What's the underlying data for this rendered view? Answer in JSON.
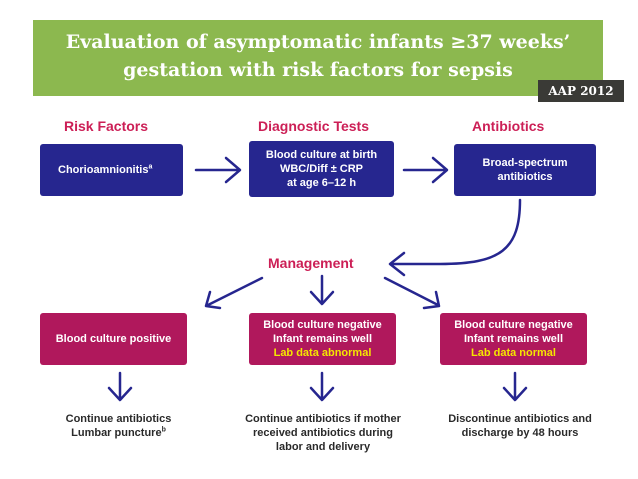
{
  "slide": {
    "title_line1": "Evaluation of asymptomatic infants ≥37 weeks’",
    "title_line2": "gestation with risk factors for sepsis",
    "badge": "AAP 2012",
    "banner_color": "#8cb84f"
  },
  "headers": {
    "risk_factors": "Risk Factors",
    "diagnostic_tests": "Diagnostic Tests",
    "antibiotics": "Antibiotics",
    "management": "Management"
  },
  "boxes": {
    "risk": {
      "text": "Chorioamnionitis",
      "sup": "a"
    },
    "tests": {
      "line1": "Blood culture at birth",
      "line2": "WBC/Diff ± CRP",
      "line3": "at age 6–12 h"
    },
    "antibiotics": {
      "line1": "Broad-spectrum",
      "line2": "antibiotics"
    },
    "positive": {
      "line1": "Blood culture positive"
    },
    "neg_abnormal": {
      "line1": "Blood culture negative",
      "line2": "Infant remains well",
      "line3": "Lab data abnormal"
    },
    "neg_normal": {
      "line1": "Blood culture negative",
      "line2": "Infant remains well",
      "line3": "Lab data normal"
    }
  },
  "outcomes": {
    "positive": {
      "line1": "Continue antibiotics",
      "line2": "Lumbar puncture",
      "sup": "b"
    },
    "abnormal": {
      "line1": "Continue antibiotics if mother",
      "line2": "received antibiotics during",
      "line3": "labor and delivery"
    },
    "normal": {
      "line1": "Discontinue antibiotics and",
      "line2": "discharge by 48 hours"
    }
  },
  "colors": {
    "blue_box": "#26268f",
    "magenta_box": "#b0185c",
    "header_text": "#cc1f56",
    "arrow": "#26268f",
    "highlight": "#f5e600"
  }
}
